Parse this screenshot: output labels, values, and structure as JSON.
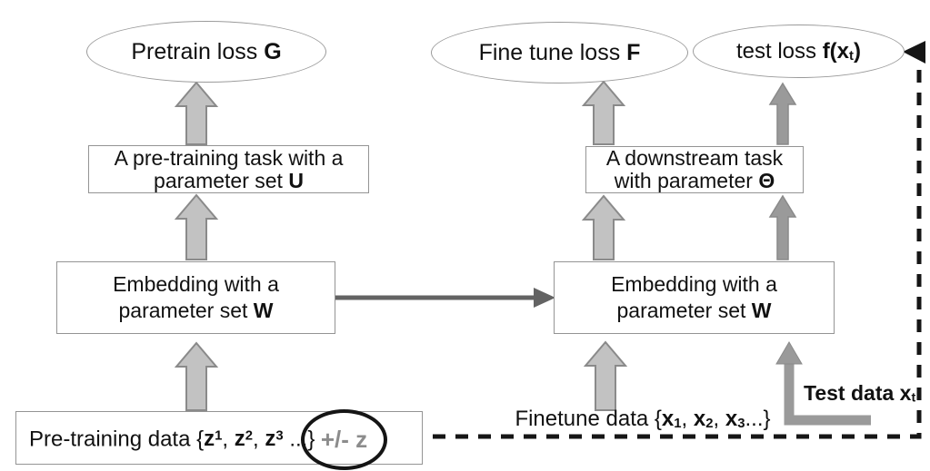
{
  "figure_type": "flow-diagram",
  "ellipses": {
    "pretrain_loss": {
      "text": "Pretrain loss ",
      "symbol": "G"
    },
    "finetune_loss": {
      "text": "Fine tune loss ",
      "symbol": "F"
    },
    "test_loss": {
      "text": "test loss ",
      "fx_pre": "f(x",
      "fx_sub": "t",
      "fx_post": ")"
    }
  },
  "boxes": {
    "pretrain_task": {
      "line1": "A pre-training task with a",
      "line2_prefix": "parameter set ",
      "symbol": "U"
    },
    "embedding_left": {
      "line1": "Embedding with a",
      "line2_prefix": "parameter set ",
      "symbol": "W"
    },
    "downstream_task": {
      "line1": "A downstream task",
      "line2_prefix": "with parameter ",
      "symbol": "Θ"
    },
    "embedding_right": {
      "line1": "Embedding with a",
      "line2_prefix": "parameter set ",
      "symbol": "W"
    },
    "pretrain_data": {
      "prefix": "Pre-training data {",
      "z1": "z",
      "z1_sup": "1",
      "sep1": ", ",
      "z2": "z",
      "z2_sup": "2",
      "sep2": ", ",
      "z3": "z",
      "z3_sup": "3",
      "suffix": " ...}",
      "perturbation": "+/- z"
    }
  },
  "labels": {
    "finetune_data": {
      "prefix": "Finetune data {",
      "x1": "x",
      "x1_sub": "1",
      "sep1": ", ",
      "x2": "x",
      "x2_sub": "2",
      "sep2": ", ",
      "x3": "x",
      "x3_sub": "3",
      "suffix": "...}"
    },
    "test_data": {
      "text": "Test data ",
      "symbol": "x",
      "symbol_sub": "t"
    }
  },
  "colors": {
    "block_arrow_fill": "#c2c2c2",
    "block_arrow_border": "#8a8a8a",
    "dark_arrow_fill": "#9a9a9a",
    "connector_arrow": "#636363",
    "shape_border": "#949494",
    "dashed_line": "#151515",
    "perturbation_text": "#8c8c8c"
  }
}
